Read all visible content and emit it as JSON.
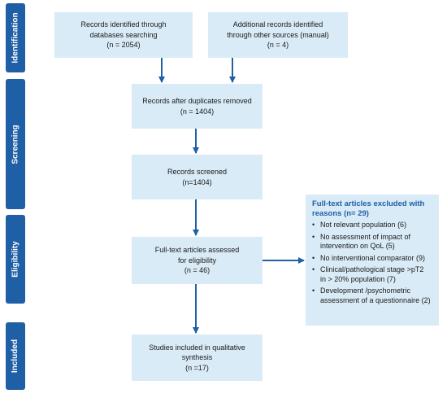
{
  "stages": {
    "identification": "Identification",
    "screening": "Screening",
    "eligibility": "Eligibility",
    "included": "Included"
  },
  "boxes": {
    "db_search": {
      "label": "Records identified through\ndatabases searching",
      "count": "(n = 2054)"
    },
    "other_sources": {
      "label": "Additional records identified\nthrough other sources (manual)",
      "count": "(n = 4)"
    },
    "after_duplicates": {
      "label": "Records after duplicates removed",
      "count": "(n = 1404)"
    },
    "screened": {
      "label": "Records screened",
      "count": "(n=1404)"
    },
    "full_text": {
      "label": "Full-text articles assessed\nfor eligibility",
      "count": "(n = 46)"
    },
    "included": {
      "label": "Studies included in qualitative\nsynthesis",
      "count": "(n =17)"
    }
  },
  "excluded": {
    "title": "Full-text articles excluded with\nreasons (n= 29)",
    "reasons": [
      "Not relevant population (6)",
      "No assessment of impact of\nintervention on QoL (5)",
      "No interventional comparator (9)",
      "Clinical/pathological stage >pT2\nin > 20% population (7)",
      "Development /psychometric\nassessment of a questionnaire (2)"
    ]
  },
  "colors": {
    "stage_fill": "#1f5fa6",
    "box_fill": "#d9ebf7",
    "arrow": "#1f5fa6",
    "title_text": "#1f5fa6"
  }
}
